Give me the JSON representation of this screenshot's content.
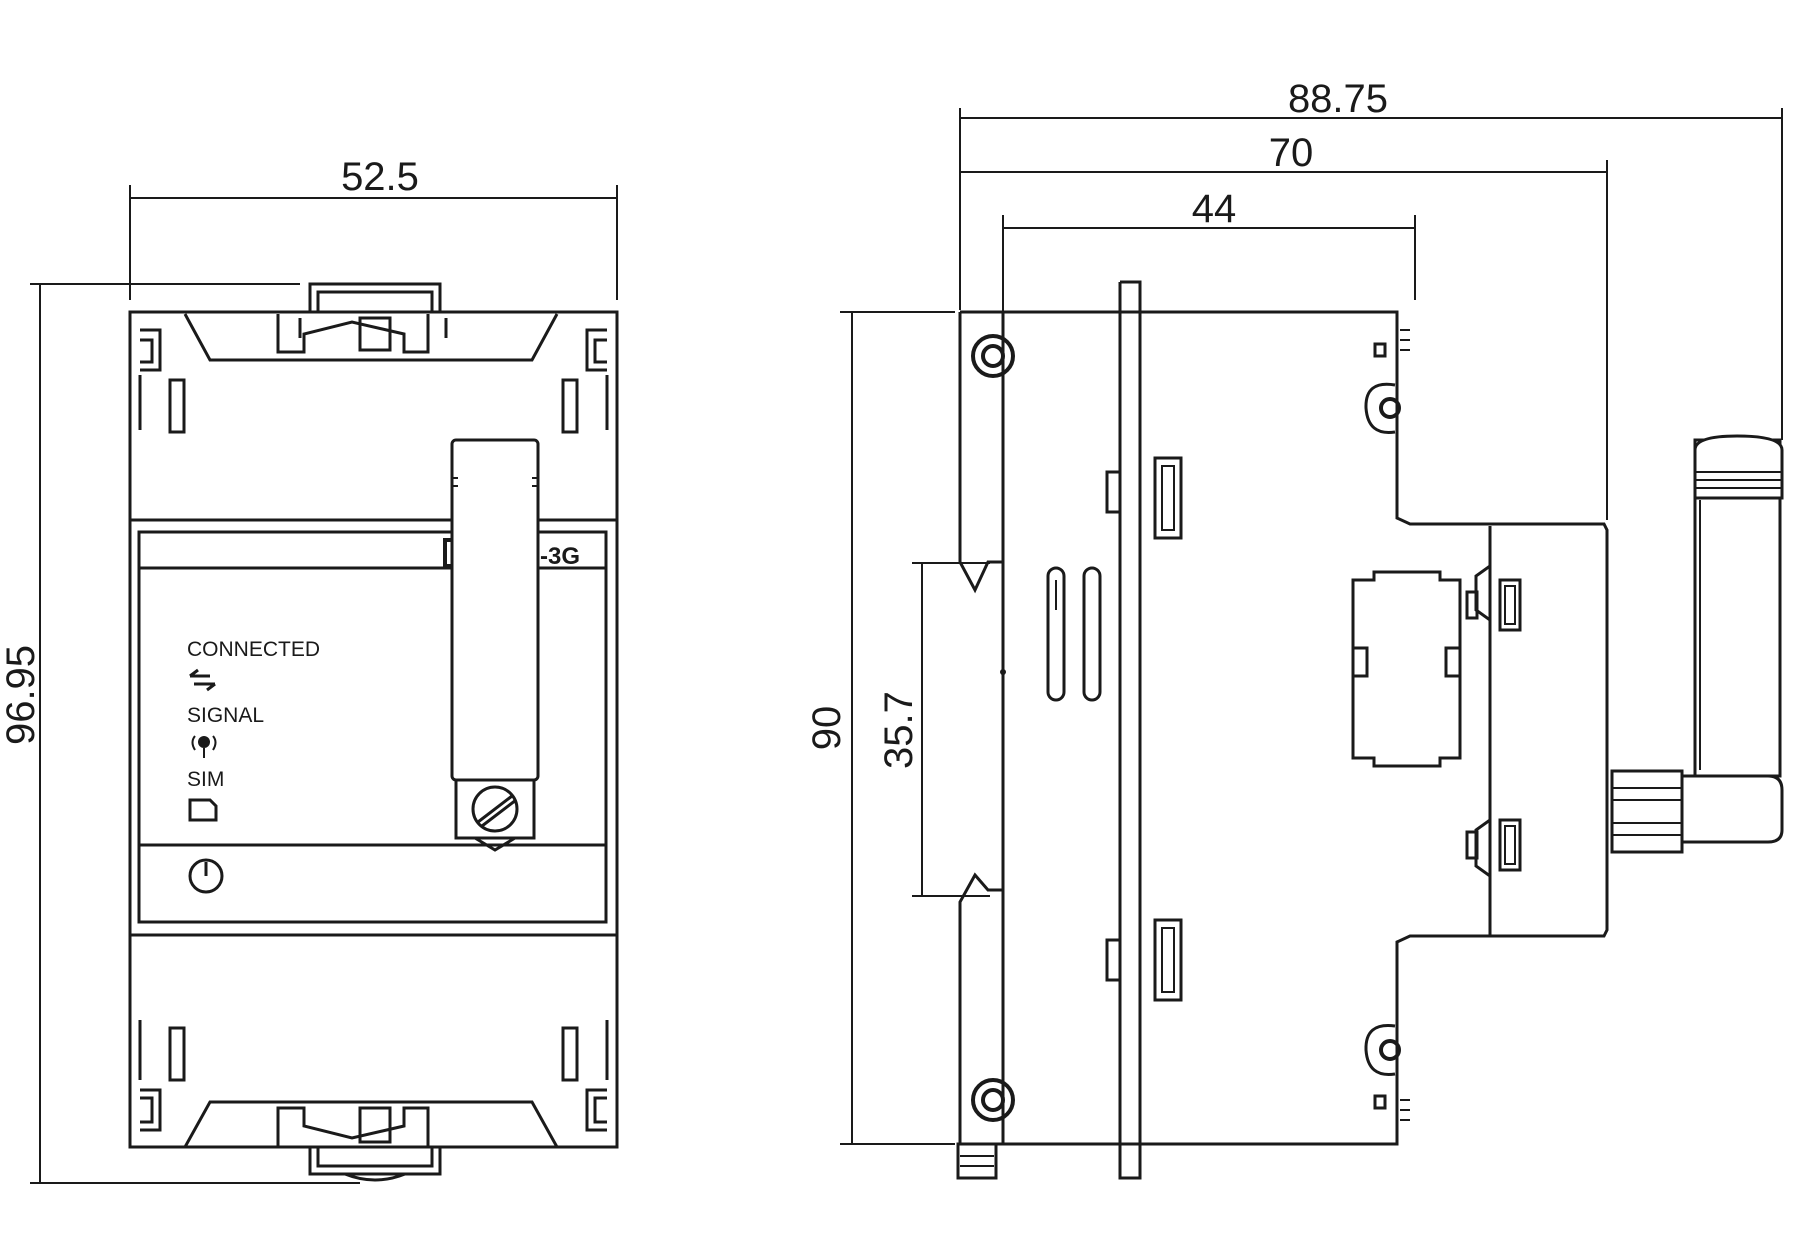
{
  "dimensions": {
    "front_width": "52.5",
    "front_height": "96.95",
    "side_overall": "88.75",
    "side_housing": "70",
    "side_front": "44",
    "side_height": "90",
    "side_rail": "35.7"
  },
  "front_panel": {
    "model_suffix": "-3G",
    "indicators": [
      {
        "label": "CONNECTED",
        "icon": "arrows-exchange-icon"
      },
      {
        "label": "SIGNAL",
        "icon": "antenna-signal-icon"
      },
      {
        "label": "SIM",
        "icon": "sim-card-icon"
      }
    ],
    "power_icon": "power-icon"
  },
  "colors": {
    "line": "#1a1a1a",
    "background": "#ffffff"
  }
}
